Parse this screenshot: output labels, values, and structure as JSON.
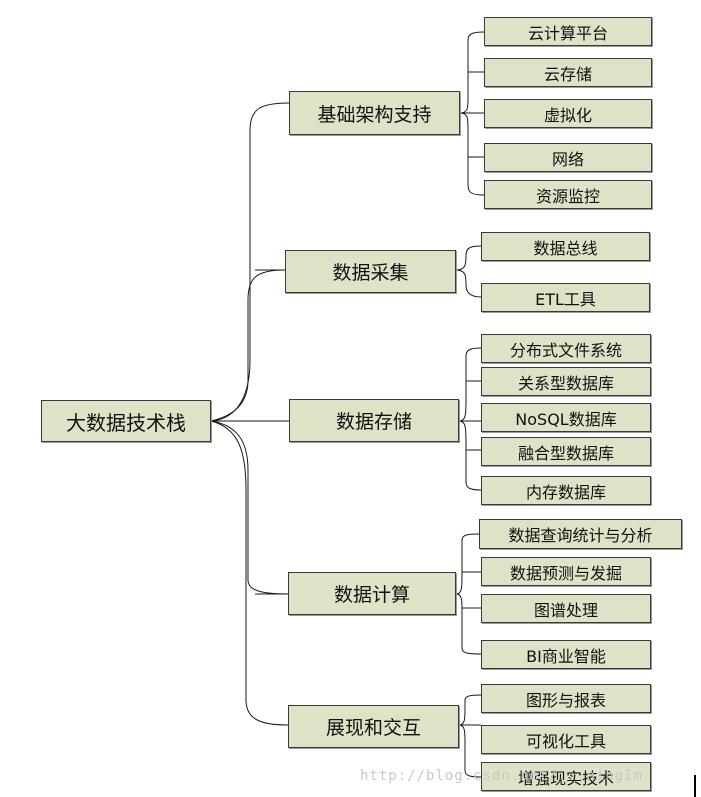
{
  "root": "大数据技术栈",
  "categories": [
    {
      "label": "基础架构支持",
      "items": [
        "云计算平台",
        "云存储",
        "虚拟化",
        "网络",
        "资源监控"
      ]
    },
    {
      "label": "数据采集",
      "items": [
        "数据总线",
        "ETL工具"
      ]
    },
    {
      "label": "数据存储",
      "items": [
        "分布式文件系统",
        "关系型数据库",
        "NoSQL数据库",
        "融合型数据库",
        "内存数据库"
      ]
    },
    {
      "label": "数据计算",
      "items": [
        "数据查询统计与分析",
        "数据预测与发掘",
        "图谱处理",
        "BI商业智能"
      ]
    },
    {
      "label": "展现和交互",
      "items": [
        "图形与报表",
        "可视化工具",
        "增强现实技术"
      ]
    }
  ],
  "watermark": "http://blog.csdn.net/...ningIm"
}
